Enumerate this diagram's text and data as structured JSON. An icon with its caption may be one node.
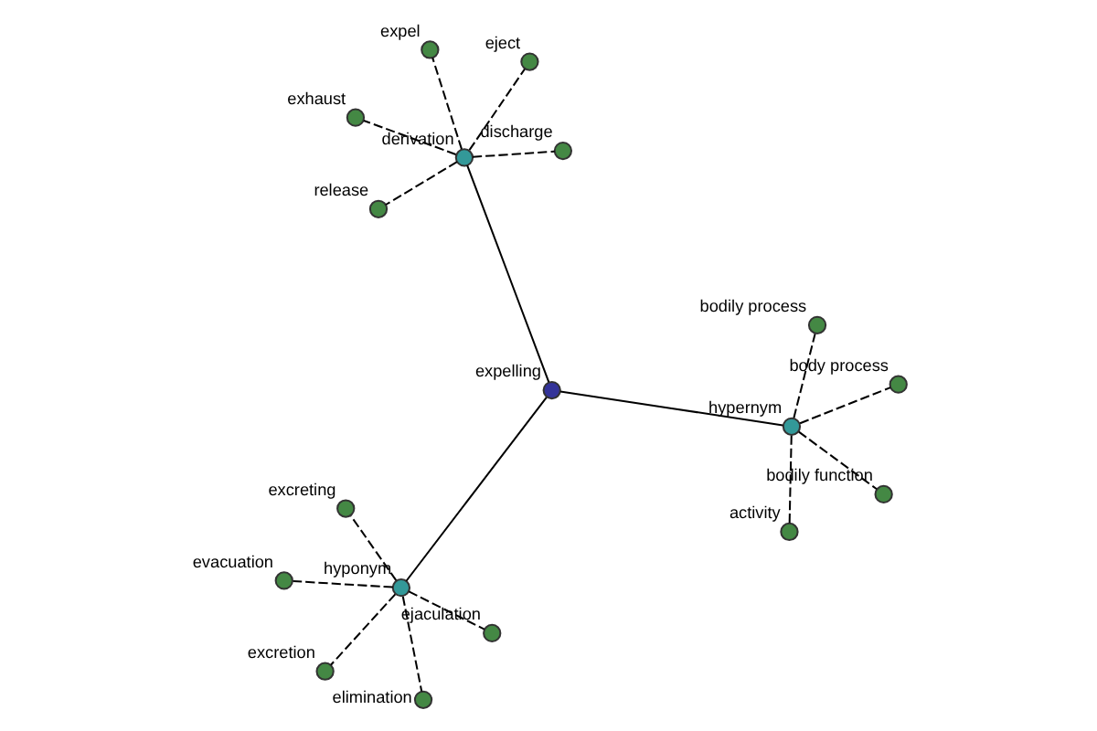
{
  "diagram": {
    "nodes": [
      {
        "text": [],
        "shape": "circle",
        "beside": [
          "expelling"
        ]
      },
      {
        "text": [],
        "shape": "circle",
        "beside": [
          "hypernym"
        ]
      },
      {
        "text": [],
        "shape": "circle",
        "beside": [
          "hyponym"
        ]
      },
      {
        "text": [],
        "shape": "circle",
        "beside": [
          "derivation"
        ]
      },
      {
        "text": [],
        "shape": "circle",
        "beside": [
          "body process"
        ]
      },
      {
        "text": [],
        "shape": "circle",
        "beside": [
          "bodily process"
        ]
      },
      {
        "text": [],
        "shape": "circle",
        "beside": [
          "activity"
        ]
      },
      {
        "text": [],
        "shape": "circle",
        "beside": [
          "bodily function"
        ]
      },
      {
        "text": [],
        "shape": "circle",
        "beside": [
          "excretion"
        ]
      },
      {
        "text": [],
        "shape": "circle",
        "beside": [
          "elimination"
        ]
      },
      {
        "text": [],
        "shape": "circle",
        "beside": [
          "excreting"
        ]
      },
      {
        "text": [],
        "shape": "circle",
        "beside": [
          "evacuation"
        ]
      },
      {
        "text": [],
        "shape": "circle",
        "beside": [
          "ejaculation"
        ]
      },
      {
        "text": [],
        "shape": "circle",
        "beside": [
          "eject"
        ]
      },
      {
        "text": [],
        "shape": "circle",
        "beside": [
          "expel"
        ]
      },
      {
        "text": [],
        "shape": "circle",
        "beside": [
          "release"
        ]
      },
      {
        "text": [],
        "shape": "circle",
        "beside": [
          "discharge"
        ]
      },
      {
        "text": [],
        "shape": "circle",
        "beside": [
          "exhaust"
        ]
      }
    ],
    "edges": [
      {
        "from": 0,
        "to": 1,
        "arrow": "none"
      },
      {
        "from": 0,
        "to": 2,
        "arrow": "none"
      },
      {
        "from": 0,
        "to": 3,
        "arrow": "none"
      },
      {
        "from": 1,
        "to": 4,
        "arrow": "none",
        "style": "dashed"
      },
      {
        "from": 1,
        "to": 5,
        "arrow": "none",
        "style": "dashed"
      },
      {
        "from": 1,
        "to": 6,
        "arrow": "none",
        "style": "dashed"
      },
      {
        "from": 1,
        "to": 7,
        "arrow": "none",
        "style": "dashed"
      },
      {
        "from": 2,
        "to": 8,
        "arrow": "none",
        "style": "dashed"
      },
      {
        "from": 2,
        "to": 9,
        "arrow": "none",
        "style": "dashed"
      },
      {
        "from": 2,
        "to": 10,
        "arrow": "none",
        "style": "dashed"
      },
      {
        "from": 2,
        "to": 11,
        "arrow": "none",
        "style": "dashed"
      },
      {
        "from": 2,
        "to": 12,
        "arrow": "none",
        "style": "dashed"
      },
      {
        "from": 3,
        "to": 13,
        "arrow": "none",
        "style": "dashed"
      },
      {
        "from": 3,
        "to": 14,
        "arrow": "none",
        "style": "dashed"
      },
      {
        "from": 3,
        "to": 15,
        "arrow": "none",
        "style": "dashed"
      },
      {
        "from": 3,
        "to": 16,
        "arrow": "none",
        "style": "dashed"
      },
      {
        "from": 3,
        "to": 17,
        "arrow": "none",
        "style": "dashed"
      }
    ]
  }
}
